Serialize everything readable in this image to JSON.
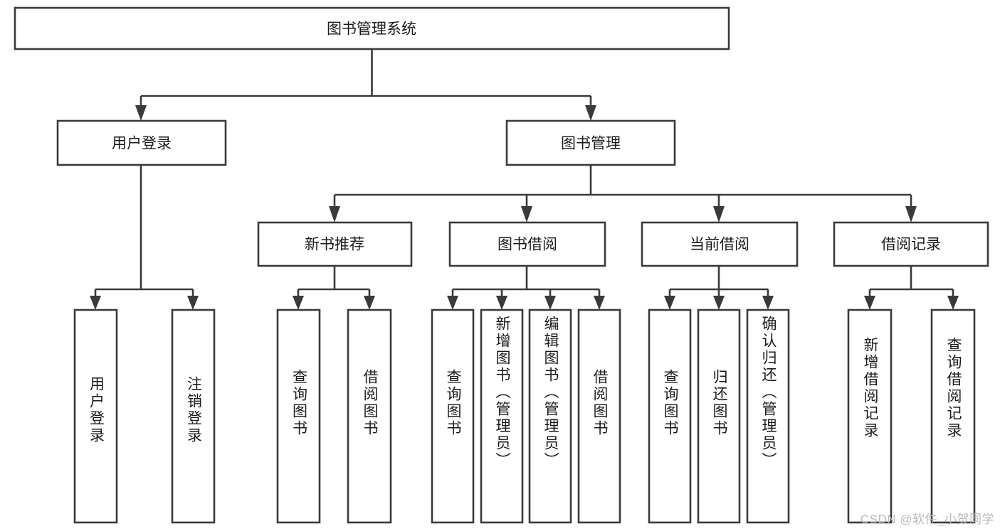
{
  "diagram": {
    "type": "tree-hierarchy",
    "title": "图书管理系统",
    "root": {
      "id": "root",
      "label": "图书管理系统"
    },
    "level2": [
      {
        "id": "user-login",
        "label": "用户登录"
      },
      {
        "id": "book-manage",
        "label": "图书管理"
      }
    ],
    "level3": [
      {
        "id": "new-book-rec",
        "label": "新书推荐",
        "parent": "book-manage"
      },
      {
        "id": "book-borrow",
        "label": "图书借阅",
        "parent": "book-manage"
      },
      {
        "id": "current-borrow",
        "label": "当前借阅",
        "parent": "book-manage"
      },
      {
        "id": "borrow-record",
        "label": "借阅记录",
        "parent": "book-manage"
      }
    ],
    "leaves": [
      {
        "id": "leaf-user-login",
        "label": "用户登录",
        "parent": "user-login"
      },
      {
        "id": "leaf-user-logout",
        "label": "注销登录",
        "parent": "user-login"
      },
      {
        "id": "leaf-query-book-1",
        "label": "查询图书",
        "parent": "new-book-rec"
      },
      {
        "id": "leaf-borrow-book-1",
        "label": "借阅图书",
        "parent": "new-book-rec"
      },
      {
        "id": "leaf-query-book-2",
        "label": "查询图书",
        "parent": "book-borrow"
      },
      {
        "id": "leaf-add-book",
        "label": "新增图书（管理员）",
        "parent": "book-borrow"
      },
      {
        "id": "leaf-edit-book",
        "label": "编辑图书（管理员）",
        "parent": "book-borrow"
      },
      {
        "id": "leaf-borrow-book-2",
        "label": "借阅图书",
        "parent": "book-borrow"
      },
      {
        "id": "leaf-query-book-3",
        "label": "查询图书",
        "parent": "current-borrow"
      },
      {
        "id": "leaf-return-book",
        "label": "归还图书",
        "parent": "current-borrow"
      },
      {
        "id": "leaf-confirm-return",
        "label": "确认归还（管理员）",
        "parent": "current-borrow"
      },
      {
        "id": "leaf-add-record",
        "label": "新增借阅记录",
        "parent": "borrow-record"
      },
      {
        "id": "leaf-query-record",
        "label": "查询借阅记录",
        "parent": "borrow-record"
      }
    ],
    "colors": {
      "stroke": "#3a3a3a",
      "fill": "#ffffff",
      "text": "#1a1a1a",
      "background": "#ffffff",
      "watermark": "#b9b9b9"
    }
  },
  "watermark": {
    "text": "CSDN @软件_小贺同学"
  }
}
